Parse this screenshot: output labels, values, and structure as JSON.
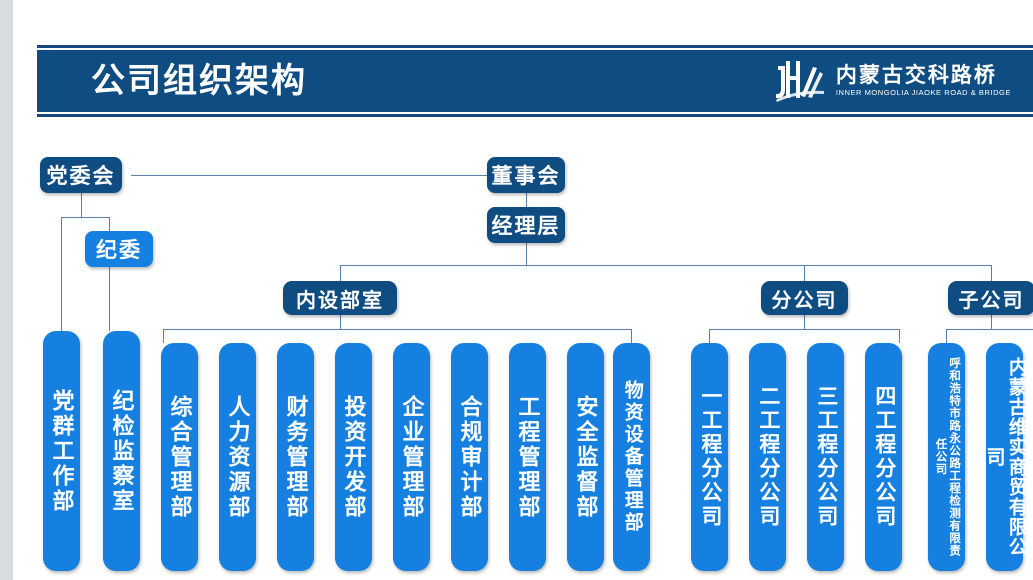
{
  "header": {
    "title": "公司组织架构",
    "logo": {
      "name_cn": "内蒙古交科路桥",
      "name_en": "INNER MONGOLIA JIAOKE ROAD & BRIDGE",
      "mark": "jh-monogram-road-icon"
    },
    "band_color": "#0f4c81"
  },
  "colors": {
    "navy": "#0f4c81",
    "blue": "#1680e0",
    "connector": "#5b7fa6",
    "page_background": "#d8dce0",
    "slide_background": "#ffffff"
  },
  "chart_data": {
    "type": "diagram",
    "title": "公司组织架构",
    "nodes": {
      "party_committee": "党委会",
      "discipline_committee": "纪委",
      "board": "董事会",
      "management": "经理层",
      "internal_departments": "内设部室",
      "branch_companies": "分公司",
      "subsidiaries": "子公司"
    },
    "leaves": {
      "party": [
        {
          "label": "党群工作部"
        },
        {
          "label": "纪检监察室"
        }
      ],
      "internal_departments": [
        {
          "label": "综合管理部"
        },
        {
          "label": "人力资源部"
        },
        {
          "label": "财务管理部"
        },
        {
          "label": "投资开发部"
        },
        {
          "label": "企业管理部"
        },
        {
          "label": "合规审计部"
        },
        {
          "label": "工程管理部"
        },
        {
          "label": "安全监督部"
        },
        {
          "label": "物资设备管理部"
        }
      ],
      "branch_companies": [
        {
          "label": "一工程分公司"
        },
        {
          "label": "二工程分公司"
        },
        {
          "label": "三工程分公司"
        },
        {
          "label": "四工程分公司"
        }
      ],
      "subsidiaries": [
        {
          "label": "呼和浩特市路永公路工程检测有限责任公司"
        },
        {
          "label": "内蒙古维实商贸有限公司"
        }
      ]
    },
    "edges": [
      {
        "from": "党委会",
        "to": "董事会"
      },
      {
        "from": "党委会",
        "to": "纪委"
      },
      {
        "from": "党委会",
        "to": "党群工作部"
      },
      {
        "from": "纪委",
        "to": "纪检监察室"
      },
      {
        "from": "董事会",
        "to": "经理层"
      },
      {
        "from": "经理层",
        "to": "内设部室"
      },
      {
        "from": "经理层",
        "to": "分公司"
      },
      {
        "from": "经理层",
        "to": "子公司"
      },
      {
        "from": "内设部室",
        "to": "综合管理部"
      },
      {
        "from": "内设部室",
        "to": "人力资源部"
      },
      {
        "from": "内设部室",
        "to": "财务管理部"
      },
      {
        "from": "内设部室",
        "to": "投资开发部"
      },
      {
        "from": "内设部室",
        "to": "企业管理部"
      },
      {
        "from": "内设部室",
        "to": "合规审计部"
      },
      {
        "from": "内设部室",
        "to": "工程管理部"
      },
      {
        "from": "内设部室",
        "to": "安全监督部"
      },
      {
        "from": "内设部室",
        "to": "物资设备管理部"
      },
      {
        "from": "分公司",
        "to": "一工程分公司"
      },
      {
        "from": "分公司",
        "to": "二工程分公司"
      },
      {
        "from": "分公司",
        "to": "三工程分公司"
      },
      {
        "from": "分公司",
        "to": "四工程分公司"
      },
      {
        "from": "子公司",
        "to": "呼和浩特市路永公路工程检测有限责任公司"
      },
      {
        "from": "子公司",
        "to": "内蒙古维实商贸有限公司"
      }
    ]
  }
}
